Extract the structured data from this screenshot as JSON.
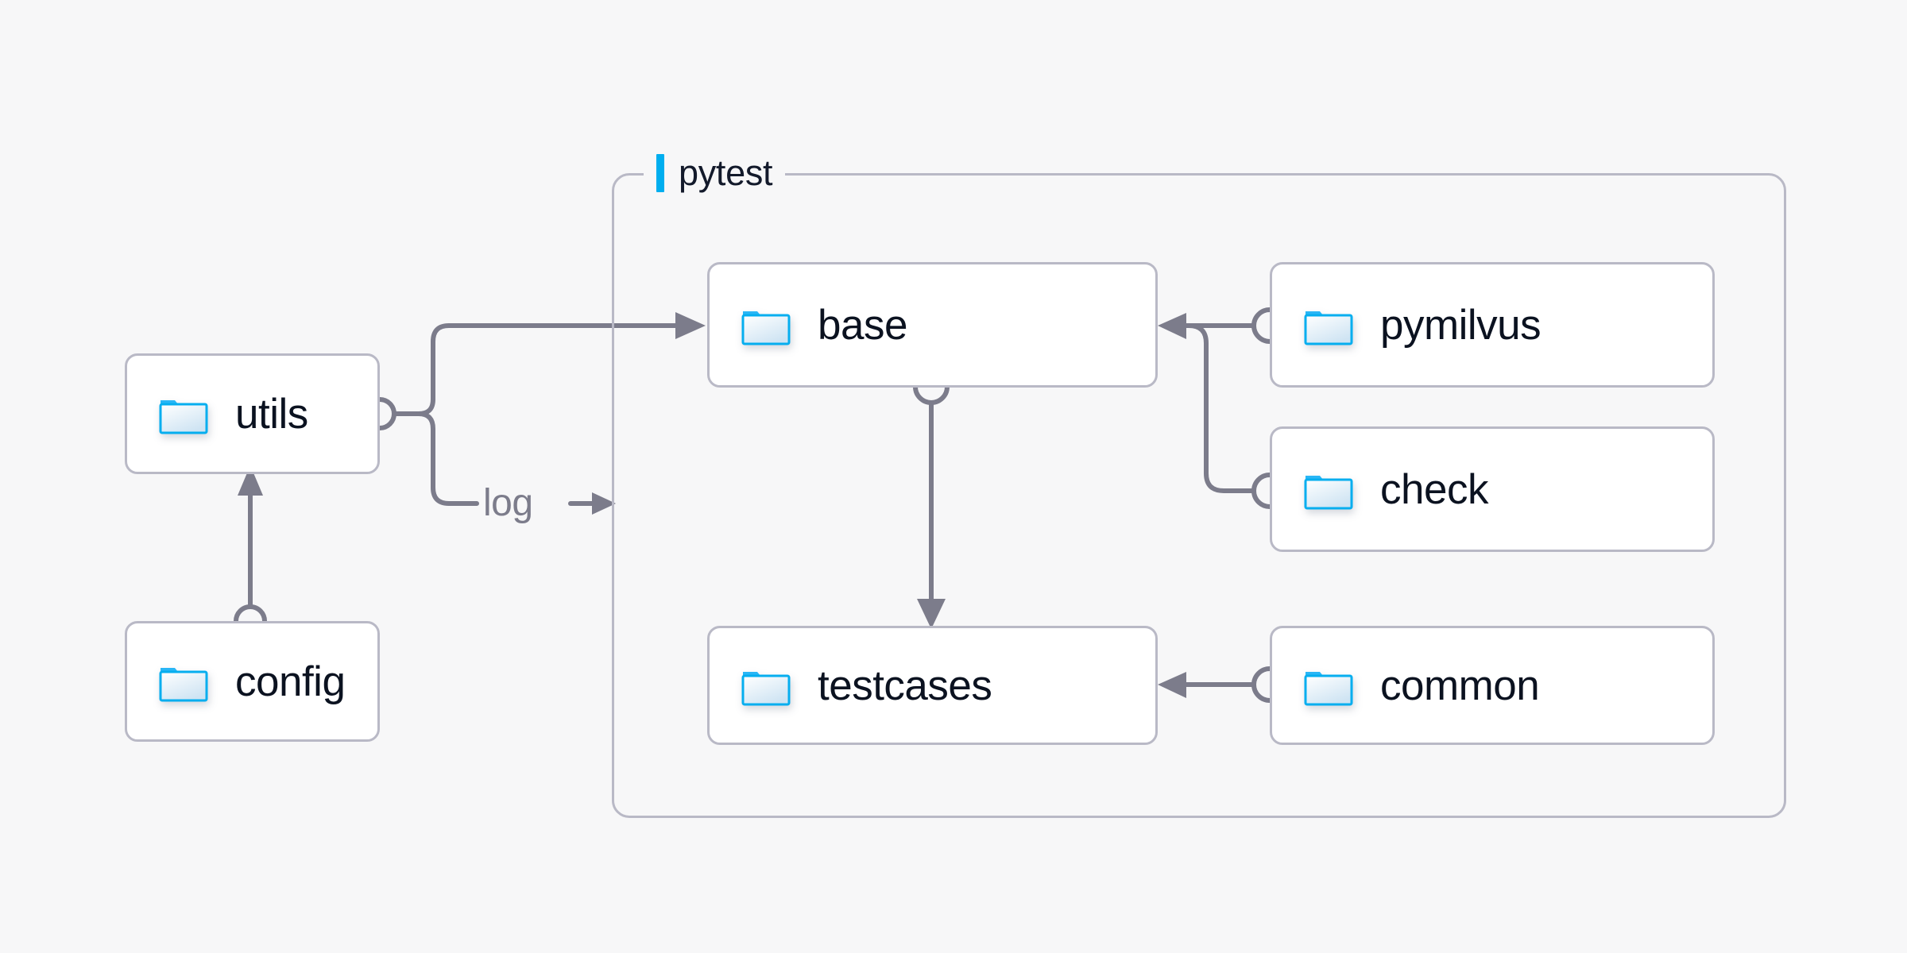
{
  "canvas": {
    "background": "#f7f7f8",
    "edge_color": "#7c7c8b",
    "box_border_color": "#b9b9c6",
    "accent_color": "#00aeef",
    "text_color": "#0b1220"
  },
  "group": {
    "name": "pytest",
    "label": "pytest"
  },
  "nodes": [
    {
      "id": "utils",
      "label": "utils",
      "icon": "folder-icon"
    },
    {
      "id": "config",
      "label": "config",
      "icon": "folder-icon"
    },
    {
      "id": "base",
      "label": "base",
      "icon": "folder-icon"
    },
    {
      "id": "testcases",
      "label": "testcases",
      "icon": "folder-icon"
    },
    {
      "id": "pymilvus",
      "label": "pymilvus",
      "icon": "folder-icon"
    },
    {
      "id": "check",
      "label": "check",
      "icon": "folder-icon"
    },
    {
      "id": "common",
      "label": "common",
      "icon": "folder-icon"
    }
  ],
  "edges": [
    {
      "from": "utils",
      "to": "base",
      "label": ""
    },
    {
      "from": "utils",
      "to": "pytest",
      "label": "log"
    },
    {
      "from": "config",
      "to": "utils",
      "label": ""
    },
    {
      "from": "base",
      "to": "testcases",
      "label": ""
    },
    {
      "from": "pymilvus",
      "to": "base",
      "label": ""
    },
    {
      "from": "check",
      "to": "base",
      "label": ""
    },
    {
      "from": "common",
      "to": "testcases",
      "label": ""
    }
  ],
  "edge_labels": {
    "log": "log"
  }
}
